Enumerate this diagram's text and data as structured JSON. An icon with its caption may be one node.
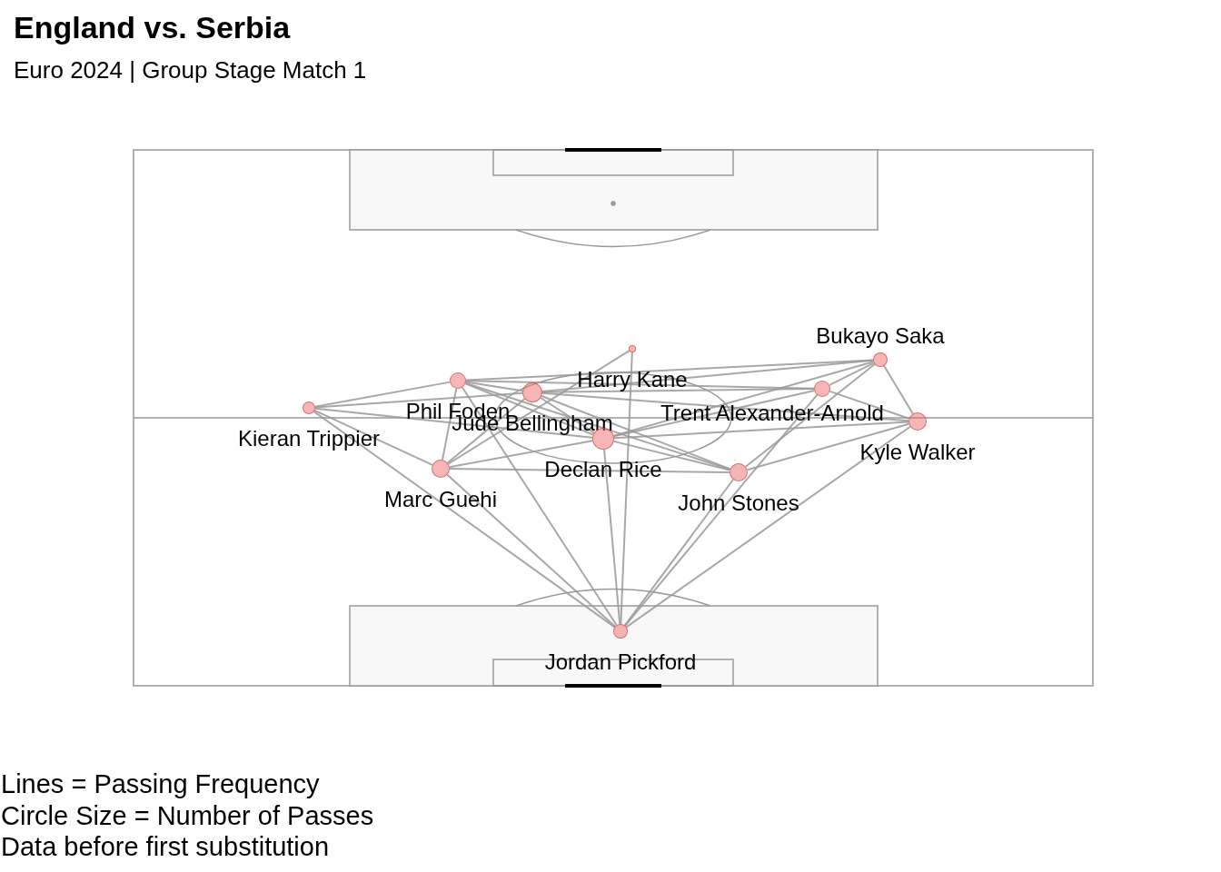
{
  "diagram": {
    "title": "England vs. Serbia",
    "nodes": [
      {
        "text": [],
        "shape": "circle",
        "beside": [
          "Harry Kane"
        ]
      },
      {
        "text": [],
        "shape": "circle",
        "beside": [
          "Bukayo Saka"
        ]
      },
      {
        "text": [],
        "shape": "circle",
        "beside": [
          "Phil Foden"
        ]
      },
      {
        "text": [],
        "shape": "circle",
        "beside": [
          "Trent Alexander-Arnold"
        ]
      },
      {
        "text": [],
        "shape": "circle",
        "beside": [
          "Jude Bellingham"
        ]
      },
      {
        "text": [],
        "shape": "circle",
        "beside": [
          "Kieran Trippier"
        ]
      },
      {
        "text": [],
        "shape": "circle",
        "beside": [
          "Kyle Walker"
        ]
      },
      {
        "text": [],
        "shape": "circle",
        "beside": [
          "Declan Rice"
        ]
      },
      {
        "text": [],
        "shape": "circle",
        "beside": [
          "Marc Guehi"
        ]
      },
      {
        "text": [],
        "shape": "circle",
        "beside": [
          "John Stones"
        ]
      },
      {
        "text": [],
        "shape": "circle",
        "beside": [
          "Jordan Pickford"
        ]
      }
    ],
    "edges": [
      {
        "from": 5,
        "to": 2,
        "arrow": "none"
      },
      {
        "from": 5,
        "to": 4,
        "arrow": "none"
      },
      {
        "from": 5,
        "to": 7,
        "arrow": "none"
      },
      {
        "from": 5,
        "to": 8,
        "arrow": "none"
      },
      {
        "from": 5,
        "to": 10,
        "arrow": "none"
      },
      {
        "from": 2,
        "to": 4,
        "arrow": "none"
      },
      {
        "from": 2,
        "to": 1,
        "arrow": "none"
      },
      {
        "from": 2,
        "to": 3,
        "arrow": "none"
      },
      {
        "from": 2,
        "to": 7,
        "arrow": "none"
      },
      {
        "from": 2,
        "to": 9,
        "arrow": "none"
      },
      {
        "from": 2,
        "to": 8,
        "arrow": "none"
      },
      {
        "from": 2,
        "to": 10,
        "arrow": "none"
      },
      {
        "from": 0,
        "to": 8,
        "arrow": "none"
      },
      {
        "from": 0,
        "to": 10,
        "arrow": "none"
      },
      {
        "from": 4,
        "to": 1,
        "arrow": "none"
      },
      {
        "from": 4,
        "to": 3,
        "arrow": "none"
      },
      {
        "from": 4,
        "to": 7,
        "arrow": "none"
      },
      {
        "from": 4,
        "to": 9,
        "arrow": "none"
      },
      {
        "from": 4,
        "to": 8,
        "arrow": "none"
      },
      {
        "from": 4,
        "to": 6,
        "arrow": "none"
      },
      {
        "from": 7,
        "to": 8,
        "arrow": "none"
      },
      {
        "from": 7,
        "to": 9,
        "arrow": "none"
      },
      {
        "from": 7,
        "to": 3,
        "arrow": "none"
      },
      {
        "from": 7,
        "to": 6,
        "arrow": "none"
      },
      {
        "from": 7,
        "to": 1,
        "arrow": "none"
      },
      {
        "from": 7,
        "to": 10,
        "arrow": "none"
      },
      {
        "from": 8,
        "to": 9,
        "arrow": "none"
      },
      {
        "from": 8,
        "to": 10,
        "arrow": "none"
      },
      {
        "from": 9,
        "to": 6,
        "arrow": "none"
      },
      {
        "from": 9,
        "to": 1,
        "arrow": "none"
      },
      {
        "from": 9,
        "to": 10,
        "arrow": "none"
      },
      {
        "from": 1,
        "to": 3,
        "arrow": "none"
      },
      {
        "from": 1,
        "to": 6,
        "arrow": "none"
      },
      {
        "from": 3,
        "to": 10,
        "arrow": "none"
      },
      {
        "from": 6,
        "to": 10,
        "arrow": "none"
      },
      {
        "from": 3,
        "to": 6,
        "arrow": "none"
      }
    ],
    "labels": [
      "Euro 2024 | Group Stage Match 1",
      "Lines = Passing Frequency",
      "Circle Size = Number of Passes",
      "Data before first substitution"
    ]
  }
}
